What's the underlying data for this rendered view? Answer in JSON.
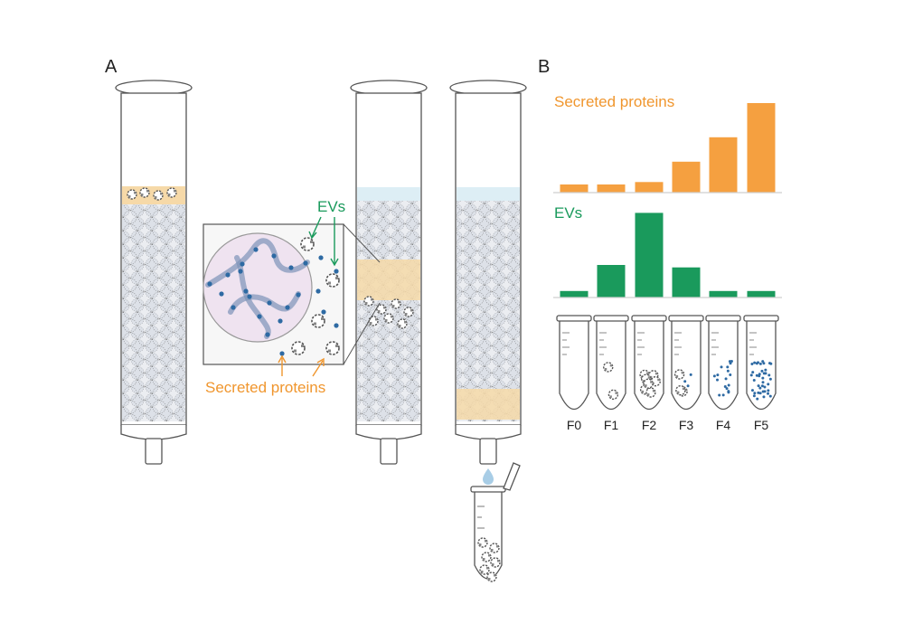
{
  "panels": {
    "a": "A",
    "b": "B"
  },
  "labels": {
    "evs": "EVs",
    "secreted_proteins": "Secreted proteins"
  },
  "colors": {
    "secreted_proteins": "#f5a040",
    "evs": "#1a9a5c",
    "bead_fill": "#d9dde5",
    "band": "#f6d9a8",
    "buffer": "#ddeef5",
    "pore": "#efe3f0",
    "protein_dot": "#2e6aa3"
  },
  "chart_data": [
    {
      "type": "bar",
      "categories": [
        "F0",
        "F1",
        "F2",
        "F3",
        "F4",
        "F5"
      ],
      "series": [
        {
          "name": "Secreted proteins",
          "values": [
            1,
            1,
            1.3,
            3.8,
            6.8,
            11
          ]
        }
      ]
    },
    {
      "type": "bar",
      "categories": [
        "F0",
        "F1",
        "F2",
        "F3",
        "F4",
        "F5"
      ],
      "series": [
        {
          "name": "EVs",
          "values": [
            0.8,
            4,
            10.4,
            3.7,
            0.8,
            0.8
          ]
        }
      ]
    }
  ],
  "tubes": [
    "F0",
    "F1",
    "F2",
    "F3",
    "F4",
    "F5"
  ]
}
